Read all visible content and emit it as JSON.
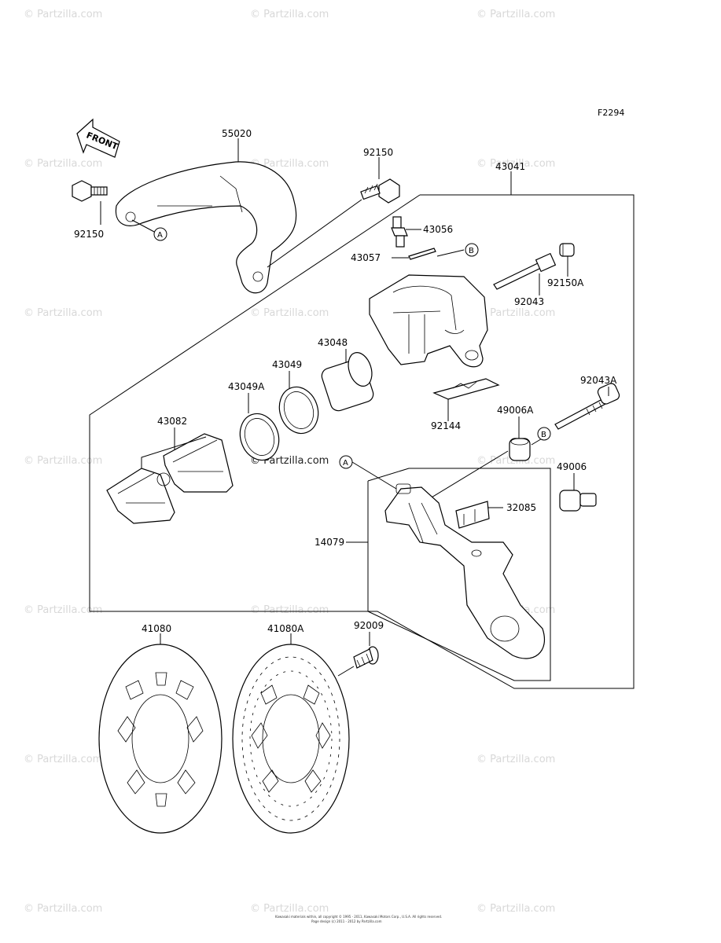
{
  "diagram_code": "F2294",
  "front_label": "FRONT",
  "labels": {
    "p55020": "55020",
    "p92150_top": "92150",
    "p92150_left": "92150",
    "p43041": "43041",
    "p43056": "43056",
    "p43057": "43057",
    "p92150A": "92150A",
    "p92043": "92043",
    "p43048": "43048",
    "p43049": "43049",
    "p43049A": "43049A",
    "p92043A": "92043A",
    "p92144": "92144",
    "p49006A": "49006A",
    "p43082": "43082",
    "p49006": "49006",
    "p32085": "32085",
    "p14079": "14079",
    "p41080": "41080",
    "p41080A": "41080A",
    "p92009": "92009"
  },
  "callouts": {
    "a": "A",
    "b": "B"
  },
  "watermark": "© Partzilla.com",
  "footer": {
    "line1": "Kawasaki materials within, all copyright © 1995 - 2011, Kawasaki Motors Corp., U.S.A. All rights reserved.",
    "line2": "Page design (c) 2011 - 2012 by Partzilla.com"
  }
}
